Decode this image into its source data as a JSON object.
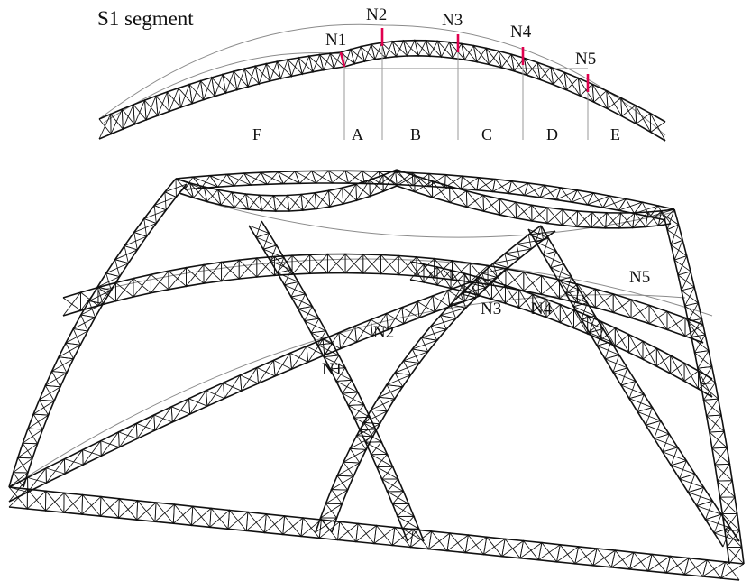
{
  "top_view": {
    "title": "S1 segment",
    "nodes": [
      "N1",
      "N2",
      "N3",
      "N4",
      "N5"
    ],
    "segments": [
      "F",
      "A",
      "B",
      "C",
      "D",
      "E"
    ]
  },
  "iso_view": {
    "nodes": [
      "N1",
      "N2",
      "N3",
      "N4",
      "N5"
    ]
  },
  "colors": {
    "node_marker": "#e0004e",
    "structure": "#111111",
    "guide_line": "#9a9a9a"
  }
}
